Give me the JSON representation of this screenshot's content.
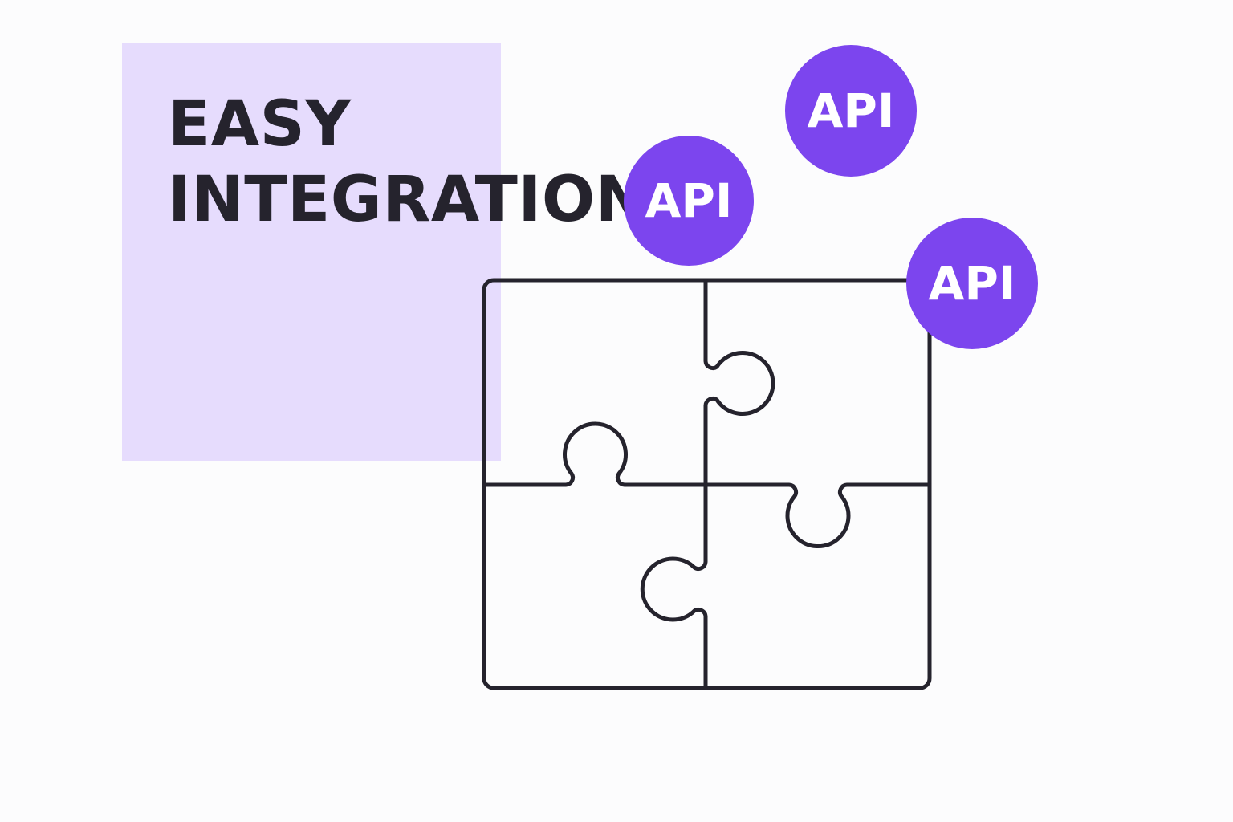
{
  "headline": {
    "line1": "EASY",
    "line2": "INTEGRATION"
  },
  "badges": [
    {
      "label": "API"
    },
    {
      "label": "API"
    },
    {
      "label": "API"
    }
  ],
  "colors": {
    "background": "#fcfcfd",
    "panel": "#e6dcfd",
    "headline": "#25232d",
    "badge": "#7c45ee",
    "badge_text": "#ffffff",
    "outline": "#25232d"
  },
  "icons": [
    "puzzle-icon"
  ]
}
